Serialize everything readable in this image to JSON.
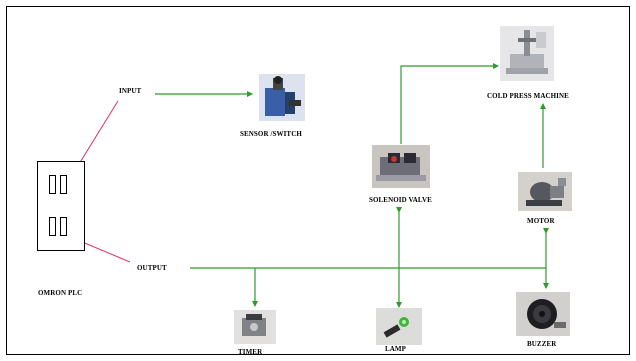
{
  "labels": {
    "input": "INPUT",
    "output": "OUTPUT",
    "omron_plc": "OMRON PLC",
    "sensor_switch": "SENSOR /SWITCH",
    "cold_press_machine": "COLD PRESS MACHINE",
    "solenoid_valve": "SOLENOID VALVE",
    "motor": "MOTOR",
    "timer": "TIMER",
    "lamp": "LAMP",
    "buzzer": "BUZZER"
  },
  "colors": {
    "connector": "#2e9b2e",
    "plc_link": "#e03060",
    "border": "#000000"
  },
  "icons": [
    "sensor-switch-photo",
    "cold-press-machine-photo",
    "solenoid-valve-photo",
    "motor-photo",
    "timer-photo",
    "lamp-photo",
    "buzzer-photo"
  ]
}
